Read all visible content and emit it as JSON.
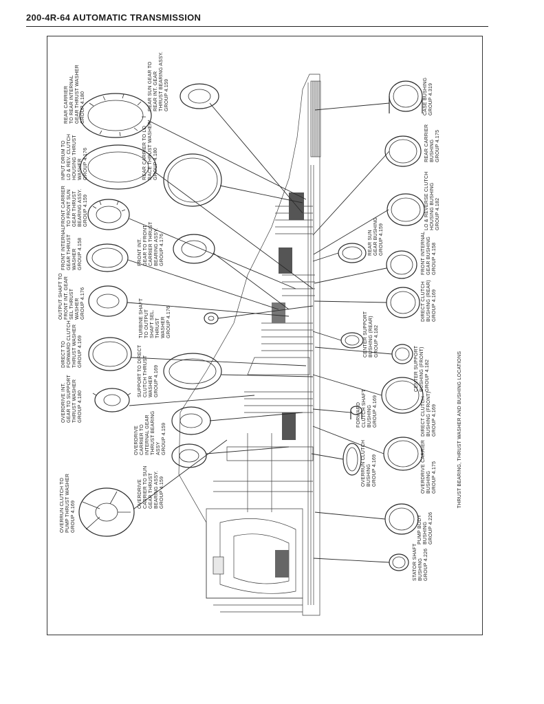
{
  "header": {
    "title": "200-4R-64  AUTOMATIC TRANSMISSION"
  },
  "diagram": {
    "caption": "THRUST BEARING, THRUST WASHER AND BUSHING LOCATIONS",
    "labels": [
      {
        "id": "rear-carrier-washer",
        "lines": [
          "REAR CARRIER",
          "TO REAR INTERNAL",
          "GEAR THRUST WASHER",
          "GROUP 4.180"
        ]
      },
      {
        "id": "input-drum-washer",
        "lines": [
          "INPUT DRUM TO",
          "LO & REV. CLUTCH",
          "HOUSING THRUST",
          "WASHER",
          "GROUP 4.176"
        ]
      },
      {
        "id": "front-carrier-bearing",
        "lines": [
          "FRONT CARRIER",
          "TO FRONT SUN",
          "GEAR THRUST",
          "BEARING ASSY.",
          "GROUP 4.159"
        ]
      },
      {
        "id": "front-internal-washer",
        "lines": [
          "FRONT INTERNAL",
          "GEAR THRUST",
          "WASHER",
          "GROUP 4.158"
        ]
      },
      {
        "id": "output-shaft-washer",
        "lines": [
          "OUTPUT SHAFT TO",
          "FRONT INT. GEAR",
          "SEL THRUST",
          "WASHER",
          "GROUP 4.176"
        ]
      },
      {
        "id": "direct-forward-washer",
        "lines": [
          "DIRECT TO",
          "FORWARD CLUTCH",
          "THRUST WASHER",
          "GROUP 4.169"
        ]
      },
      {
        "id": "overdrive-int-washer",
        "lines": [
          "OVERDRIVE INT.",
          "GEAR TO SUPPORT",
          "THRUST WASHER",
          "GROUP 4.180"
        ]
      },
      {
        "id": "overrun-pump-washer",
        "lines": [
          "OVERRUN CLUTCH TO",
          "PUMP THRUST WASHER",
          "GROUP 4.169"
        ]
      },
      {
        "id": "rear-sun-bearing",
        "lines": [
          "REAR SUN GEAR TO",
          "REAR INT. GEAR",
          "THRUST BEARING ASSY.",
          "GROUP 4.159"
        ]
      },
      {
        "id": "rear-carrier-lo-washer",
        "lines": [
          "REAR CARRIER TO LO",
          "RACE THRUST WASHER",
          "GROUP 4.180"
        ]
      },
      {
        "id": "front-int-carrier-bearing",
        "lines": [
          "FRONT INT.",
          "GEAR TO FRONT",
          "CARRIER THRUST",
          "BEARING ASSY.",
          "GROUP 4.176"
        ]
      },
      {
        "id": "turbine-shaft-washer",
        "lines": [
          "TURBINE SHAFT",
          "TO OUTPUT",
          "SHAFT SEL.",
          "THRUST",
          "WASHER",
          "GROUP 4.176"
        ]
      },
      {
        "id": "support-direct-washer",
        "lines": [
          "SUPPORT TO DIRECT",
          "CLUTCH THRUST",
          "WASHER",
          "GROUP 4.169"
        ]
      },
      {
        "id": "overdrive-carrier-internal-bearing",
        "lines": [
          "OVERDRIVE",
          "CARRIER TO",
          "INTERNAL GEAR",
          "THRUST BEARING",
          "ASSY",
          "GROUP 4.159"
        ]
      },
      {
        "id": "overdrive-carrier-sun-bearing",
        "lines": [
          "OVERDRIVE",
          "CARRIER TO SUN",
          "GEAR THRUST",
          "BEARING ASSY.",
          "GROUP 4.159"
        ]
      },
      {
        "id": "case-bushing",
        "lines": [
          "CASE BUSHING",
          "GROUP 4.319"
        ]
      },
      {
        "id": "rear-carrier-bushing",
        "lines": [
          "REAR CARRIER",
          "BUSHING",
          "GROUP 4.175"
        ]
      },
      {
        "id": "lo-reverse-bushing",
        "lines": [
          "LO & REVERSE CLUTCH",
          "HOUSING BUSHING",
          "GROUP 4.182"
        ]
      },
      {
        "id": "rear-sun-bushing",
        "lines": [
          "REAR SUN",
          "GEAR BUSHING",
          "GROUP 4.159"
        ]
      },
      {
        "id": "front-internal-bushing",
        "lines": [
          "FRONT INTERNAL",
          "GEAR BUSHING",
          "GROUP 4.158"
        ]
      },
      {
        "id": "direct-clutch-rear-bushing",
        "lines": [
          "DIRECT CLUTCH",
          "BUSHING (REAR)",
          "GROUP 4.169"
        ]
      },
      {
        "id": "center-support-rear-bushing",
        "lines": [
          "CENTER SUPPORT",
          "BUSHING (REAR)",
          "GROUP 4.182"
        ]
      },
      {
        "id": "center-support-front-bushing",
        "lines": [
          "CENTER SUPPORT",
          "BUSHING (FRONT)",
          "GROUP 4.182"
        ]
      },
      {
        "id": "direct-clutch-front-bushing",
        "lines": [
          "DIRECT CLUTCH",
          "BUSHING (FRONT)",
          "GROUP 4.169"
        ]
      },
      {
        "id": "forward-shaft-bushing",
        "lines": [
          "FORWARD",
          "CLUTCH SHAFT",
          "BUSHING",
          "GROUP 4.169"
        ]
      },
      {
        "id": "overrun-bushing",
        "lines": [
          "OVERRUN CLUTCH",
          "BUSHING",
          "GROUP 4.169"
        ]
      },
      {
        "id": "overdrive-carrier-bushing",
        "lines": [
          "OVERDRIVE CARRIER",
          "BUSHING",
          "GROUP 4.175"
        ]
      },
      {
        "id": "pump-body-bushing",
        "lines": [
          "PUMP BODY",
          "BUSHING",
          "GROUP 4.226"
        ]
      },
      {
        "id": "stator-shaft-bushing",
        "lines": [
          "STATOR SHAFT",
          "BUSHING",
          "GROUP 4.226"
        ]
      }
    ]
  }
}
